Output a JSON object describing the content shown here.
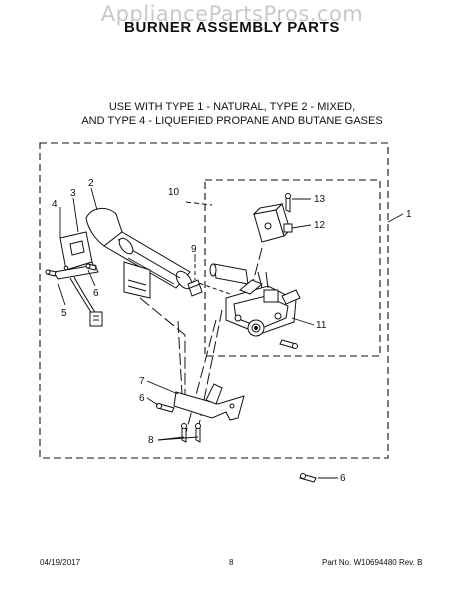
{
  "watermark": "AppliancePartsPros.com",
  "title": "BURNER ASSEMBLY PARTS",
  "subtitle": {
    "line1": "USE WITH TYPE 1 - NATURAL, TYPE 2 - MIXED,",
    "line2": "AND TYPE 4 - LIQUEFIED PROPANE AND BUTANE GASES"
  },
  "callouts": {
    "c1": "1",
    "c2": "2",
    "c3": "3",
    "c4": "4",
    "c5": "5",
    "c6a": "6",
    "c6b": "6",
    "c6c": "6",
    "c7": "7",
    "c8": "8",
    "c9": "9",
    "c10": "10",
    "c11": "11",
    "c12": "12",
    "c13": "13"
  },
  "footer": {
    "date": "04/19/2017",
    "page": "8",
    "part_no": "Part No. W10694480",
    "rev": "Rev. B"
  }
}
